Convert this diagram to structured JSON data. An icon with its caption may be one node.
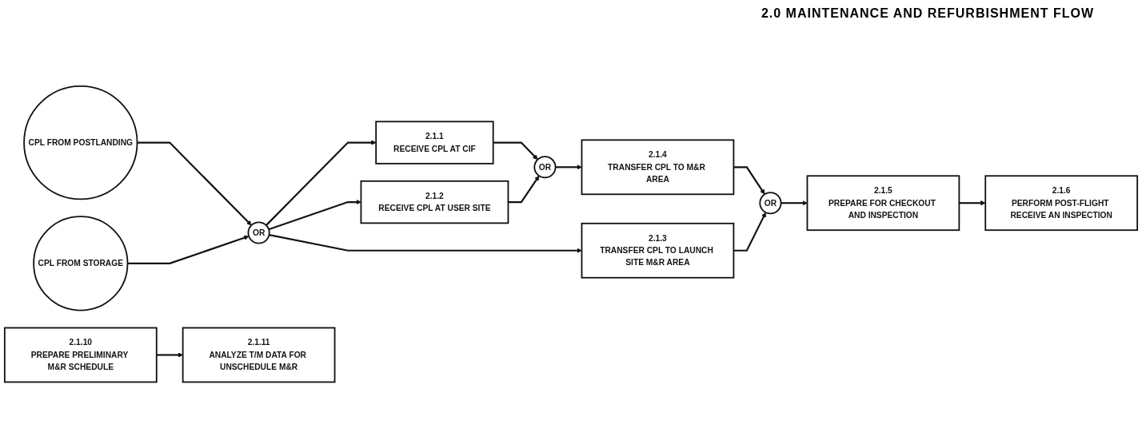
{
  "diagram": {
    "title": "2.0 MAINTENANCE AND REFURBISHMENT FLOW",
    "nodes": [
      {
        "text": [
          "CPL FROM POSTLANDING"
        ]
      },
      {
        "text": [
          "CPL FROM STORAGE"
        ]
      },
      {
        "text": [
          "OR"
        ]
      },
      {
        "text": [
          "2.1.1",
          "RECEIVE CPL AT CIF"
        ]
      },
      {
        "text": [
          "2.1.2",
          "RECEIVE CPL AT USER SITE"
        ]
      },
      {
        "text": [
          "2.1.3",
          "TRANSFER CPL TO LAUNCH SITE M&R AREA"
        ]
      },
      {
        "text": [
          "OR"
        ]
      },
      {
        "text": [
          "2.1.4",
          "TRANSFER CPL TO M&R AREA"
        ]
      },
      {
        "text": [
          "OR"
        ]
      },
      {
        "text": [
          "2.1.5",
          "PREPARE FOR CHECKOUT AND INSPECTION"
        ]
      },
      {
        "text": [
          "2.1.6",
          "PERFORM POST-FLIGHT RECEIVE AN INSPECTION"
        ]
      },
      {
        "text": [
          "2.1.10",
          "PREPARE PRELIMINARY M&R SCHEDULE"
        ]
      },
      {
        "text": [
          "2.1.11",
          "ANALYZE T/M DATA FOR UNSCHEDULE M&R"
        ]
      }
    ],
    "edges": [
      {
        "from": 0,
        "to": 2,
        "arrow": "to"
      },
      {
        "from": 1,
        "to": 2,
        "arrow": "to"
      },
      {
        "from": 2,
        "to": 3,
        "arrow": "to"
      },
      {
        "from": 2,
        "to": 4,
        "arrow": "to"
      },
      {
        "from": 2,
        "to": 5,
        "arrow": "to"
      },
      {
        "from": 3,
        "to": 6,
        "arrow": "to"
      },
      {
        "from": 4,
        "to": 6,
        "arrow": "to"
      },
      {
        "from": 6,
        "to": 7,
        "arrow": "to"
      },
      {
        "from": 7,
        "to": 8,
        "arrow": "to"
      },
      {
        "from": 5,
        "to": 8,
        "arrow": "to"
      },
      {
        "from": 8,
        "to": 9,
        "arrow": "to"
      },
      {
        "from": 9,
        "to": 10,
        "arrow": "to"
      },
      {
        "from": 11,
        "to": 12,
        "arrow": "to"
      }
    ]
  }
}
